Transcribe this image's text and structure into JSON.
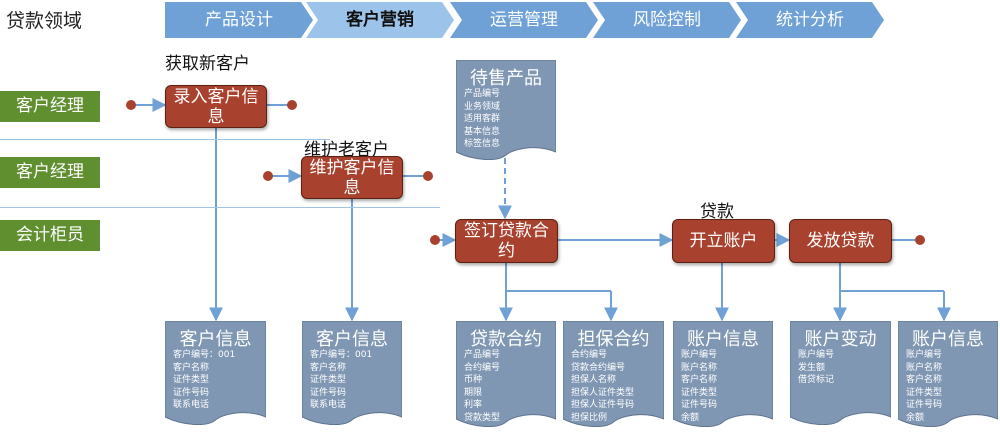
{
  "domain_label": "贷款领域",
  "stages": [
    {
      "label": "产品设计",
      "active": false
    },
    {
      "label": "客户营销",
      "active": true
    },
    {
      "label": "运营管理",
      "active": false
    },
    {
      "label": "风险控制",
      "active": false
    },
    {
      "label": "统计分析",
      "active": false
    }
  ],
  "roles": [
    "客户经理",
    "客户经理",
    "会计柜员"
  ],
  "headings": {
    "acquire": "获取新客户",
    "maintain": "维护老客户",
    "loan": "贷款"
  },
  "processes": {
    "enter_customer": "录入客户信息",
    "maintain_customer": "维护客户信息",
    "sign_contract": "签订贷款合约",
    "open_account": "开立账户",
    "disburse": "发放贷款"
  },
  "documents": {
    "products_for_sale": {
      "title": "待售产品",
      "fields": [
        "产品编号",
        "业务领域",
        "适用客群",
        "基本信息",
        "标签信息"
      ]
    },
    "customer_info_1": {
      "title": "客户信息",
      "fields": [
        "客户编号：001",
        "客户名称",
        "证件类型",
        "证件号码",
        "联系电话"
      ]
    },
    "customer_info_2": {
      "title": "客户信息",
      "fields": [
        "客户编号：001",
        "客户名称",
        "证件类型",
        "证件号码",
        "联系电话"
      ]
    },
    "loan_contract": {
      "title": "贷款合约",
      "fields": [
        "产品编号",
        "合约编号",
        "币种",
        "期限",
        "利率",
        "贷款类型"
      ]
    },
    "guarantee_contract": {
      "title": "担保合约",
      "fields": [
        "合约编号",
        "贷款合约编号",
        "担保人名称",
        "担保人证件类型",
        "担保人证件号码",
        "担保比例"
      ]
    },
    "account_info_1": {
      "title": "账户信息",
      "fields": [
        "账户编号",
        "账户名称",
        "客户名称",
        "证件类型",
        "证件号码",
        "余额"
      ]
    },
    "account_change": {
      "title": "账户变动",
      "fields": [
        "账户编号",
        "发生额",
        "借贷标记"
      ]
    },
    "account_info_2": {
      "title": "账户信息",
      "fields": [
        "账户编号",
        "账户名称",
        "客户名称",
        "证件类型",
        "证件号码",
        "余额"
      ]
    }
  },
  "colors": {
    "stage_fill": "#6fa1d6",
    "stage_active_fill": "#9cc3ea",
    "role_fill": "#5f8f2f",
    "process_fill": "#a8422e",
    "document_fill": "#8097b3",
    "connector": "#6fa1d6",
    "endpoint": "#a8422e"
  }
}
